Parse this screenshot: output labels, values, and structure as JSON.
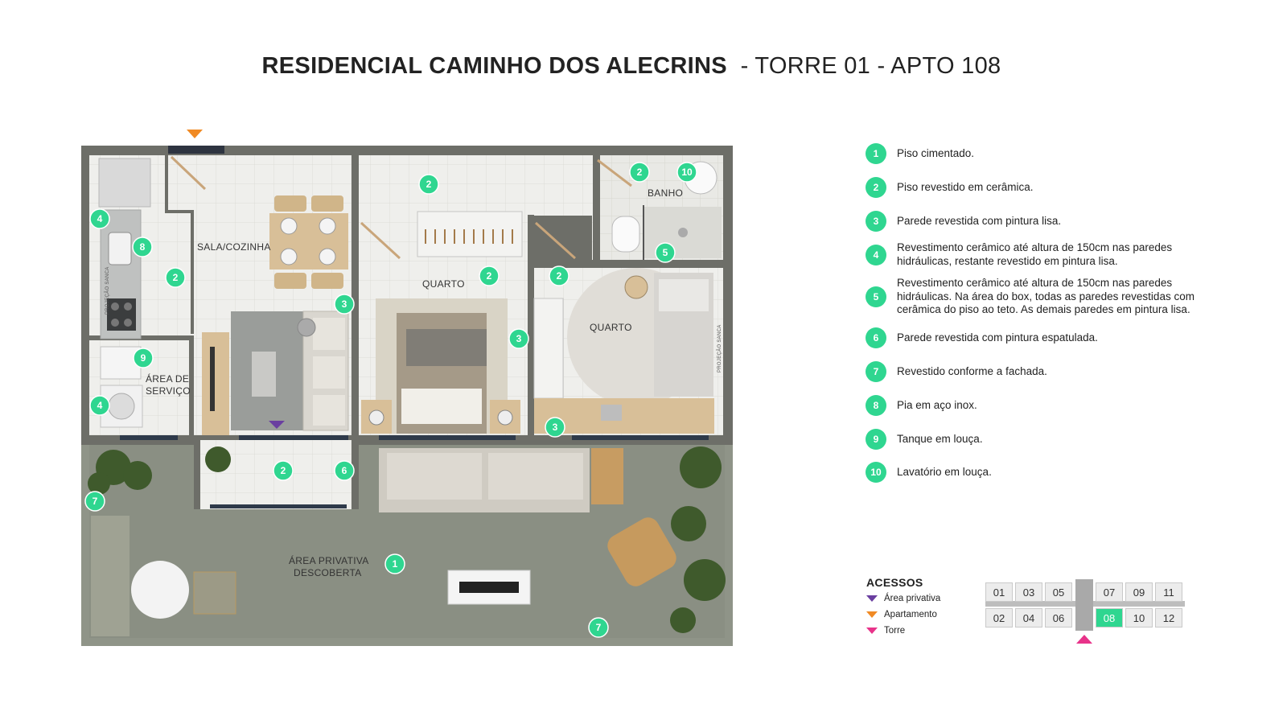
{
  "header": {
    "title_bold": "RESIDENCIAL CAMINHO DOS ALECRINS",
    "title_rest": "- TORRE 01 - APTO 108"
  },
  "plan": {
    "rooms": {
      "sala": "SALA/COZINHA",
      "quarto1": "QUARTO",
      "quarto2": "QUARTO",
      "banho": "BANHO",
      "servico_1": "ÁREA DE",
      "servico_2": "SERVIÇO",
      "area_priv_1": "ÁREA PRIVATIVA",
      "area_priv_2": "DESCOBERTA",
      "projecao_1": "PROJEÇÃO SANCA",
      "projecao_2": "PROJEÇÃO SANCA"
    },
    "markers": [
      {
        "id": "m1",
        "num": "2"
      },
      {
        "id": "m2",
        "num": "10"
      },
      {
        "id": "m3",
        "num": "2"
      },
      {
        "id": "m4",
        "num": "4"
      },
      {
        "id": "m5",
        "num": "8"
      },
      {
        "id": "m6",
        "num": "2"
      },
      {
        "id": "m7",
        "num": "2"
      },
      {
        "id": "m8",
        "num": "2"
      },
      {
        "id": "m9",
        "num": "5"
      },
      {
        "id": "m10",
        "num": "3"
      },
      {
        "id": "m11",
        "num": "3"
      },
      {
        "id": "m12",
        "num": "9"
      },
      {
        "id": "m13",
        "num": "4"
      },
      {
        "id": "m14",
        "num": "3"
      },
      {
        "id": "m15",
        "num": "2"
      },
      {
        "id": "m16",
        "num": "6"
      },
      {
        "id": "m17",
        "num": "7"
      },
      {
        "id": "m18",
        "num": "1"
      },
      {
        "id": "m19",
        "num": "7"
      }
    ],
    "colors": {
      "marker": "#2fd690",
      "wall": "#6d6e68",
      "floor": "#efefec",
      "terrace": "#8f9488",
      "privativa": "#6a3fa0",
      "apartamento": "#f08a24",
      "torre": "#e8338a"
    }
  },
  "legend": {
    "items": [
      {
        "num": "1",
        "text": "Piso cimentado."
      },
      {
        "num": "2",
        "text": "Piso revestido em cerâmica."
      },
      {
        "num": "3",
        "text": "Parede revestida com pintura lisa."
      },
      {
        "num": "4",
        "text": "Revestimento cerâmico até altura de 150cm nas paredes hidráulicas, restante revestido em pintura lisa."
      },
      {
        "num": "5",
        "text": "Revestimento cerâmico até altura de 150cm nas paredes hidráulicas. Na área do box, todas as paredes revestidas com cerâmica do piso ao teto. As demais paredes em pintura lisa."
      },
      {
        "num": "6",
        "text": "Parede revestida com pintura espatulada."
      },
      {
        "num": "7",
        "text": "Revestido conforme a fachada."
      },
      {
        "num": "8",
        "text": "Pia em aço inox."
      },
      {
        "num": "9",
        "text": "Tanque em louça."
      },
      {
        "num": "10",
        "text": "Lavatório em louça."
      }
    ]
  },
  "acessos": {
    "title": "ACESSOS",
    "items": [
      {
        "label": "Área privativa",
        "color": "#6a3fa0"
      },
      {
        "label": "Apartamento",
        "color": "#f08a24"
      },
      {
        "label": "Torre",
        "color": "#e8338a"
      }
    ]
  },
  "tower": {
    "top_row": [
      "01",
      "03",
      "05",
      "07",
      "09",
      "11"
    ],
    "bottom_row": [
      "02",
      "04",
      "06",
      "08",
      "10",
      "12"
    ],
    "active": "08"
  }
}
